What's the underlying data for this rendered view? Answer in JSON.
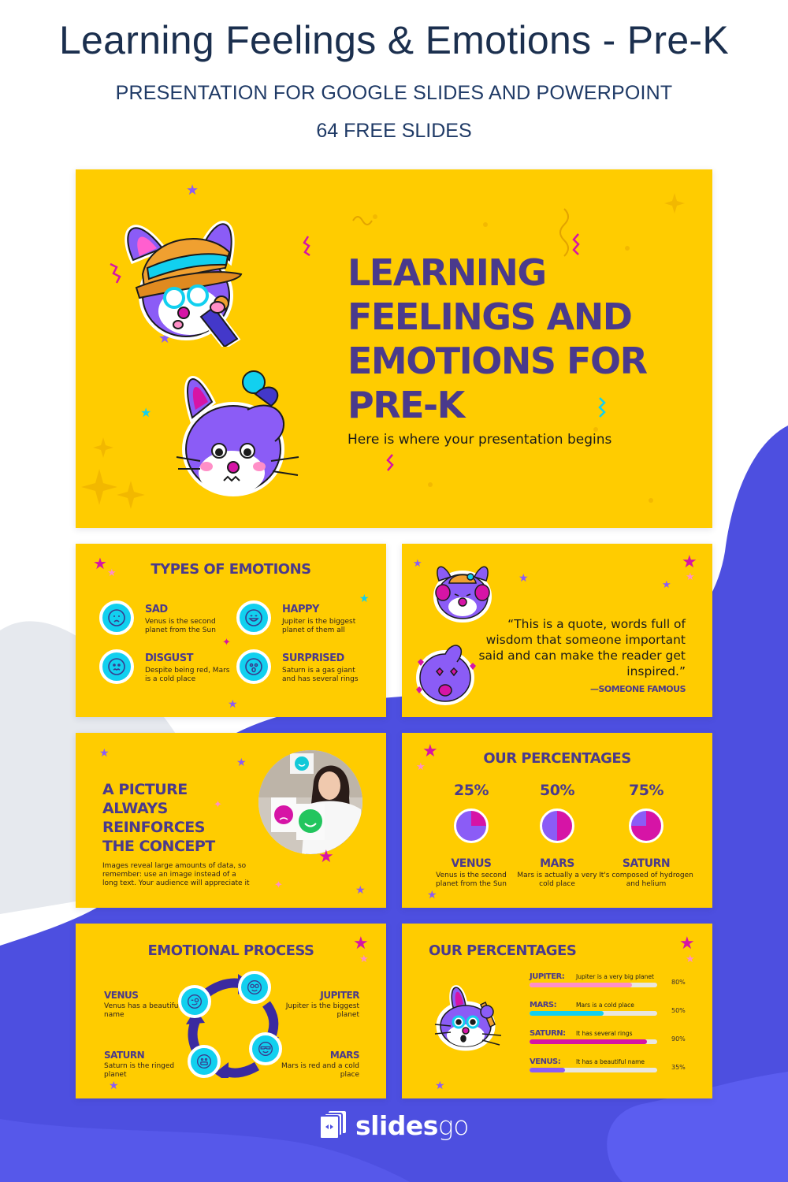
{
  "header": {
    "title": "Learning Feelings & Emotions - Pre-K",
    "subtitle": "PRESENTATION FOR GOOGLE SLIDES AND POWERPOINT",
    "slide_count": "64 FREE SLIDES"
  },
  "colors": {
    "slide_bg": "#ffcc00",
    "heading": "#4a3a8c",
    "accent_cyan": "#12d0ef",
    "accent_magenta": "#d614a6",
    "accent_purple": "#8b5cf6",
    "accent_pink": "#ff8fc7",
    "background_blue": "#4d4fe0",
    "background_grey": "#e6e9ee"
  },
  "slides": {
    "hero": {
      "title_lines": [
        "LEARNING",
        "FEELINGS AND",
        "EMOTIONS FOR",
        "PRE-K"
      ],
      "subtitle": "Here is where your presentation begins",
      "illustrations": [
        "bunny-with-hat-and-drink",
        "worried-bunny"
      ]
    },
    "types_of_emotions": {
      "title": "TYPES OF EMOTIONS",
      "items": [
        {
          "name": "SAD",
          "desc": "Venus is the second planet from the Sun",
          "icon": "sad-face-icon"
        },
        {
          "name": "HAPPY",
          "desc": "Jupiter is the biggest planet of them all",
          "icon": "happy-face-icon"
        },
        {
          "name": "DISGUST",
          "desc": "Despite being red, Mars is a cold place",
          "icon": "disgust-face-icon"
        },
        {
          "name": "SURPRISED",
          "desc": "Saturn is a gas giant and has several rings",
          "icon": "surprised-face-icon"
        }
      ]
    },
    "quote": {
      "text": "“This is a quote, words full of wisdom that someone important said and can make the reader get inspired.”",
      "author": "—SOMEONE FAMOUS"
    },
    "picture": {
      "title_lines": [
        "A PICTURE",
        "ALWAYS",
        "REINFORCES",
        "THE CONCEPT"
      ],
      "body": "Images reveal large amounts of data, so remember: use an image instead of a long text. Your audience will appreciate it"
    },
    "percentages_pies": {
      "title": "OUR PERCENTAGES",
      "items": [
        {
          "pct": "25%",
          "name": "VENUS",
          "desc": "Venus is the second planet from the Sun"
        },
        {
          "pct": "50%",
          "name": "MARS",
          "desc": "Mars is actually a very cold place"
        },
        {
          "pct": "75%",
          "name": "SATURN",
          "desc": "It's composed of hydrogen and helium"
        }
      ]
    },
    "emotional_process": {
      "title": "EMOTIONAL PROCESS",
      "labels": [
        {
          "name": "VENUS",
          "desc": "Venus has a beautiful name"
        },
        {
          "name": "JUPITER",
          "desc": "Jupiter is the biggest planet"
        },
        {
          "name": "SATURN",
          "desc": "Saturn is the ringed planet"
        },
        {
          "name": "MARS",
          "desc": "Mars is red and a cold place"
        }
      ]
    },
    "percentages_bars": {
      "title": "OUR PERCENTAGES",
      "rows": [
        {
          "name": "JUPITER:",
          "desc": "Jupiter is a very big planet",
          "pct": "80%",
          "value": 80,
          "color": "#ff8fc7"
        },
        {
          "name": "MARS:",
          "desc": "Mars is a cold place",
          "pct": "50%",
          "value": 50,
          "color": "#12d0ef"
        },
        {
          "name": "SATURN:",
          "desc": "It has several rings",
          "pct": "90%",
          "value": 90,
          "color": "#d614a6"
        },
        {
          "name": "VENUS:",
          "desc": "It has a beautiful name",
          "pct": "35%",
          "value": 35,
          "color": "#8b5cf6"
        }
      ]
    }
  },
  "logo": {
    "bold": "slides",
    "light": "go"
  }
}
